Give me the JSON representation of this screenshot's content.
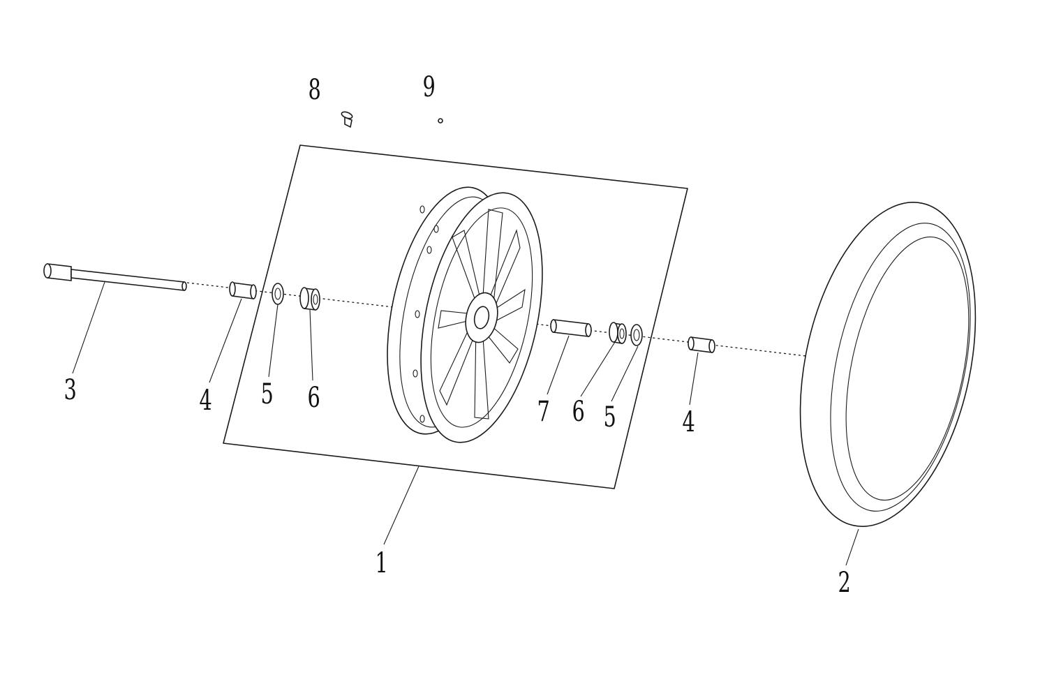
{
  "callouts": {
    "c1": "1",
    "c2": "2",
    "c3": "3",
    "c4a": "4",
    "c5a": "5",
    "c6a": "6",
    "c7": "7",
    "c6b": "6",
    "c5b": "5",
    "c4b": "4",
    "c8": "8",
    "c9": "9"
  }
}
